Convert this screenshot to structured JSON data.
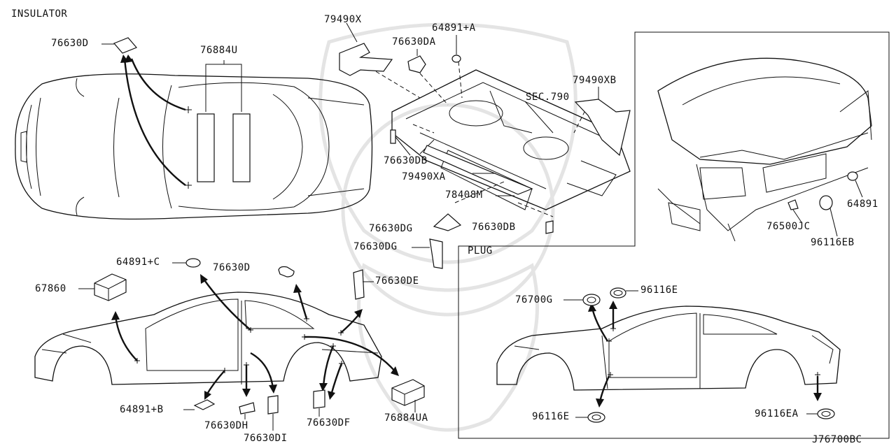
{
  "section_titles": {
    "insulator": "INSULATOR",
    "plug": "PLUG"
  },
  "diagram_id": "J76700BC",
  "labels": {
    "p_76630D_top": "76630D",
    "p_76884U": "76884U",
    "p_79490X": "79490X",
    "p_76630DA": "76630DA",
    "p_64891_A": "64891+A",
    "p_79490XB": "79490XB",
    "p_sec790": "SEC.790",
    "p_76630DB_left": "76630DB",
    "p_79490XA": "79490XA",
    "p_78408M": "78408M",
    "p_76630DG_1": "76630DG",
    "p_76630DG_2": "76630DG",
    "p_76630DB_right": "76630DB",
    "p_64891": "64891",
    "p_76500JC": "76500JC",
    "p_96116EB": "96116EB",
    "p_64891_C": "64891+C",
    "p_76630D_side": "76630D",
    "p_67860": "67860",
    "p_76630DE": "76630DE",
    "p_64891_B": "64891+B",
    "p_76630DH": "76630DH",
    "p_76630DI": "76630DI",
    "p_76630DF": "76630DF",
    "p_76884UA": "76884UA",
    "p_76700G": "76700G",
    "p_96116E_top": "96116E",
    "p_96116E_bottom": "96116E",
    "p_96116EA": "96116EA"
  }
}
